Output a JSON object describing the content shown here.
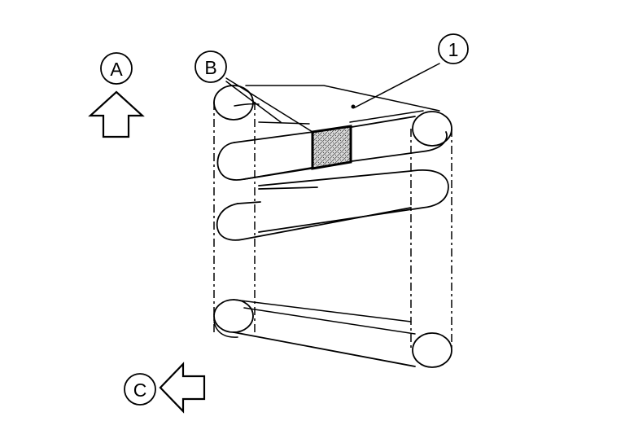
{
  "callouts": {
    "a": "A",
    "b": "B",
    "c": "C",
    "one": "1"
  },
  "colors": {
    "line": "#000000",
    "background": "#ffffff",
    "marker_fill": "#d0d0d0"
  },
  "icons": {
    "arrow_up": "direction-arrow-up-icon",
    "arrow_left": "direction-arrow-left-icon"
  }
}
